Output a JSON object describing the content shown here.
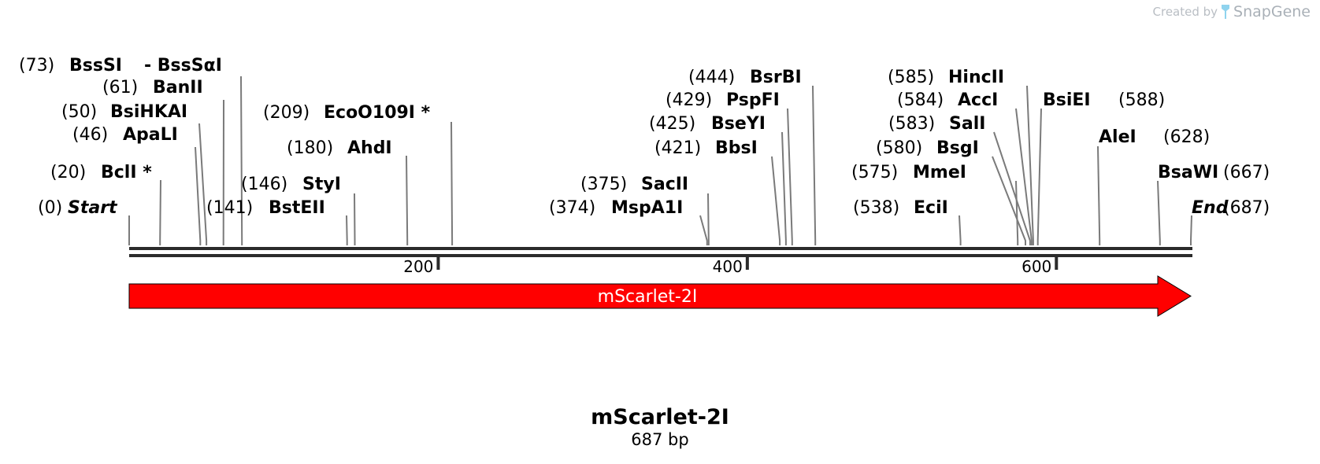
{
  "credit": {
    "prefix": "Created by",
    "brand": "SnapGene"
  },
  "sequence": {
    "name": "mScarlet-2I",
    "length_bp": 687,
    "length_label": "687 bp"
  },
  "ruler": {
    "ticks": [
      {
        "label": "200",
        "value": 200
      },
      {
        "label": "400",
        "value": 400
      },
      {
        "label": "600",
        "value": 600
      }
    ]
  },
  "feature": {
    "label": "mScarlet-2I",
    "start": 1,
    "end": 687,
    "direction": "forward",
    "color": "#ff0000"
  },
  "sites": [
    {
      "pos_label": "(0)",
      "name": "Start",
      "pos": 0,
      "italic": true,
      "star": false
    },
    {
      "pos_label": "(20)",
      "name": "BclI",
      "pos": 20,
      "italic": false,
      "star": true
    },
    {
      "pos_label": "(46)",
      "name": "ApaLI",
      "pos": 46,
      "italic": false,
      "star": false
    },
    {
      "pos_label": "(50)",
      "name": "BsiHKAI",
      "pos": 50,
      "italic": false,
      "star": false
    },
    {
      "pos_label": "(61)",
      "name": "BanII",
      "pos": 61,
      "italic": false,
      "star": false
    },
    {
      "pos_label": "(73)",
      "name": "BssSI",
      "pos": 73,
      "italic": false,
      "star": false,
      "alt_name": "- BssSαI"
    },
    {
      "pos_label": "(141)",
      "name": "BstEII",
      "pos": 141,
      "italic": false,
      "star": false
    },
    {
      "pos_label": "(146)",
      "name": "StyI",
      "pos": 146,
      "italic": false,
      "star": false
    },
    {
      "pos_label": "(180)",
      "name": "AhdI",
      "pos": 180,
      "italic": false,
      "star": false
    },
    {
      "pos_label": "(209)",
      "name": "EcoO109I",
      "pos": 209,
      "italic": false,
      "star": true
    },
    {
      "pos_label": "(374)",
      "name": "MspA1I",
      "pos": 374,
      "italic": false,
      "star": false
    },
    {
      "pos_label": "(375)",
      "name": "SacII",
      "pos": 375,
      "italic": false,
      "star": false
    },
    {
      "pos_label": "(421)",
      "name": "BbsI",
      "pos": 421,
      "italic": false,
      "star": false
    },
    {
      "pos_label": "(425)",
      "name": "BseYI",
      "pos": 425,
      "italic": false,
      "star": false
    },
    {
      "pos_label": "(429)",
      "name": "PspFI",
      "pos": 429,
      "italic": false,
      "star": false
    },
    {
      "pos_label": "(444)",
      "name": "BsrBI",
      "pos": 444,
      "italic": false,
      "star": false
    },
    {
      "pos_label": "(538)",
      "name": "EciI",
      "pos": 538,
      "italic": false,
      "star": false
    },
    {
      "pos_label": "(575)",
      "name": "MmeI",
      "pos": 575,
      "italic": false,
      "star": false
    },
    {
      "pos_label": "(580)",
      "name": "BsgI",
      "pos": 580,
      "italic": false,
      "star": false
    },
    {
      "pos_label": "(583)",
      "name": "SalI",
      "pos": 583,
      "italic": false,
      "star": false
    },
    {
      "pos_label": "(584)",
      "name": "AccI",
      "pos": 584,
      "italic": false,
      "star": false
    },
    {
      "pos_label": "(585)",
      "name": "HincII",
      "pos": 585,
      "italic": false,
      "star": false
    },
    {
      "pos_label": "(588)",
      "name": "BsiEI",
      "pos": 588,
      "italic": false,
      "star": false
    },
    {
      "pos_label": "(628)",
      "name": "AleI",
      "pos": 628,
      "italic": false,
      "star": false
    },
    {
      "pos_label": "(667)",
      "name": "BsaWI",
      "pos": 667,
      "italic": false,
      "star": false
    },
    {
      "pos_label": "(687)",
      "name": "End",
      "pos": 687,
      "italic": true,
      "star": false
    }
  ],
  "colors": {
    "backbone": "#2b2b2b",
    "leader": "#7a7a7a",
    "feature": "#ff0000",
    "text": "#000000"
  }
}
